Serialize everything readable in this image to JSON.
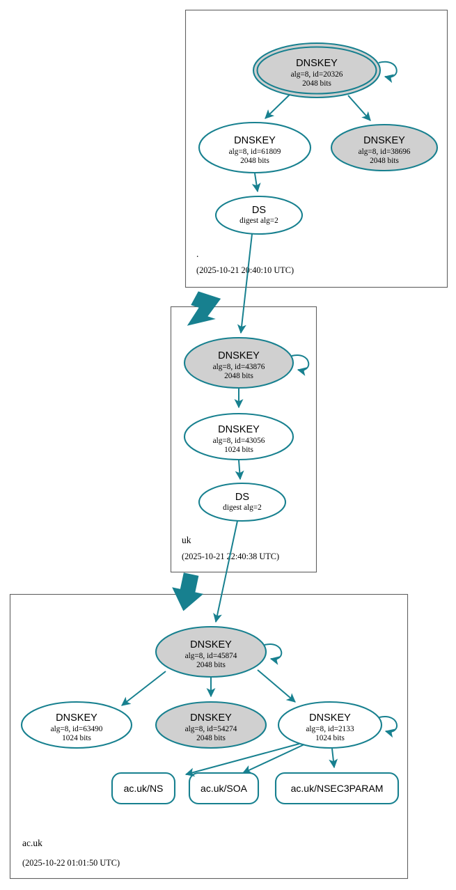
{
  "diagram": {
    "kind": "dnssec-chain-of-trust",
    "colors": {
      "accent": "#17808f",
      "node_fill_secure": "#d0d0d0",
      "node_fill_plain": "#ffffff",
      "zone_border": "#606060",
      "background": "#ffffff"
    }
  },
  "zones": [
    {
      "id": "root",
      "label": ".",
      "timestamp": "(2025-10-21 20:40:10 UTC)",
      "nodes": [
        {
          "id": "root-ksk",
          "type": "DNSKEY",
          "title": "DNSKEY",
          "line2": "alg=8, id=20326",
          "line3": "2048 bits",
          "alg": 8,
          "key_id": 20326,
          "bits": 2048,
          "fill": "gray",
          "trust_anchor": true,
          "self_signed": true
        },
        {
          "id": "root-zsk-61809",
          "type": "DNSKEY",
          "title": "DNSKEY",
          "line2": "alg=8, id=61809",
          "line3": "2048 bits",
          "alg": 8,
          "key_id": 61809,
          "bits": 2048,
          "fill": "white",
          "trust_anchor": false,
          "self_signed": false
        },
        {
          "id": "root-zsk-38696",
          "type": "DNSKEY",
          "title": "DNSKEY",
          "line2": "alg=8, id=38696",
          "line3": "2048 bits",
          "alg": 8,
          "key_id": 38696,
          "bits": 2048,
          "fill": "gray",
          "trust_anchor": false,
          "self_signed": false
        },
        {
          "id": "root-ds",
          "type": "DS",
          "title": "DS",
          "line2": "digest alg=2",
          "line3": "",
          "digest_alg": 2,
          "fill": "white",
          "trust_anchor": false,
          "self_signed": false
        }
      ]
    },
    {
      "id": "uk",
      "label": "uk",
      "timestamp": "(2025-10-21 22:40:38 UTC)",
      "nodes": [
        {
          "id": "uk-ksk",
          "type": "DNSKEY",
          "title": "DNSKEY",
          "line2": "alg=8, id=43876",
          "line3": "2048 bits",
          "alg": 8,
          "key_id": 43876,
          "bits": 2048,
          "fill": "gray",
          "trust_anchor": false,
          "self_signed": true
        },
        {
          "id": "uk-zsk",
          "type": "DNSKEY",
          "title": "DNSKEY",
          "line2": "alg=8, id=43056",
          "line3": "1024 bits",
          "alg": 8,
          "key_id": 43056,
          "bits": 1024,
          "fill": "white",
          "trust_anchor": false,
          "self_signed": false
        },
        {
          "id": "uk-ds",
          "type": "DS",
          "title": "DS",
          "line2": "digest alg=2",
          "line3": "",
          "digest_alg": 2,
          "fill": "white",
          "trust_anchor": false,
          "self_signed": false
        }
      ]
    },
    {
      "id": "acuk",
      "label": "ac.uk",
      "timestamp": "(2025-10-22 01:01:50 UTC)",
      "nodes": [
        {
          "id": "acuk-ksk",
          "type": "DNSKEY",
          "title": "DNSKEY",
          "line2": "alg=8, id=45874",
          "line3": "2048 bits",
          "alg": 8,
          "key_id": 45874,
          "bits": 2048,
          "fill": "gray",
          "trust_anchor": false,
          "self_signed": true
        },
        {
          "id": "acuk-zsk-63490",
          "type": "DNSKEY",
          "title": "DNSKEY",
          "line2": "alg=8, id=63490",
          "line3": "1024 bits",
          "alg": 8,
          "key_id": 63490,
          "bits": 1024,
          "fill": "white",
          "trust_anchor": false,
          "self_signed": false
        },
        {
          "id": "acuk-zsk-54274",
          "type": "DNSKEY",
          "title": "DNSKEY",
          "line2": "alg=8, id=54274",
          "line3": "2048 bits",
          "alg": 8,
          "key_id": 54274,
          "bits": 2048,
          "fill": "gray",
          "trust_anchor": false,
          "self_signed": false
        },
        {
          "id": "acuk-zsk-2133",
          "type": "DNSKEY",
          "title": "DNSKEY",
          "line2": "alg=8, id=2133",
          "line3": "1024 bits",
          "alg": 8,
          "key_id": 2133,
          "bits": 1024,
          "fill": "white",
          "trust_anchor": false,
          "self_signed": true
        }
      ],
      "rrsets": [
        {
          "id": "rr-ns",
          "label": "ac.uk/NS"
        },
        {
          "id": "rr-soa",
          "label": "ac.uk/SOA"
        },
        {
          "id": "rr-nsec3param",
          "label": "ac.uk/NSEC3PARAM"
        }
      ]
    }
  ]
}
